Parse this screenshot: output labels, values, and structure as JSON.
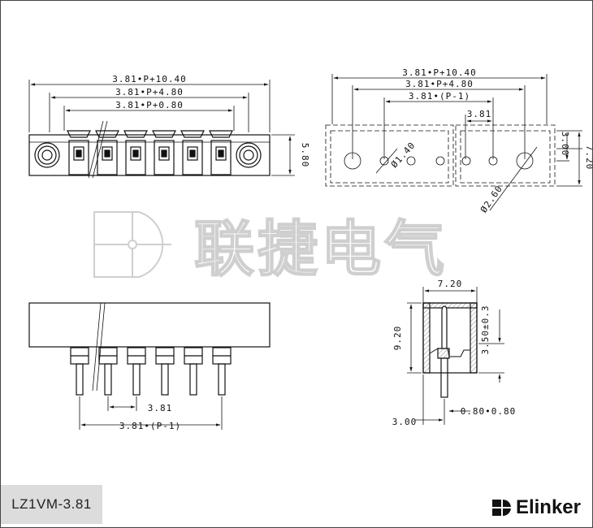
{
  "dimensions": {
    "top_left": [
      "3.81•P+10.40",
      "3.81•P+4.80",
      "3.81•P+0.80"
    ],
    "top_left_height": "5.80",
    "top_right": [
      "3.81•P+10.40",
      "3.81•P+4.80",
      "3.81•(P-1)",
      "3.81"
    ],
    "top_right_hole_small": "Ø1.40",
    "top_right_hole_large": "Ø2.60",
    "top_right_heights": [
      "3.00",
      "7.20"
    ],
    "bottom_left": [
      "3.81",
      "3.81•(P-1)"
    ],
    "side_view": [
      "7.20",
      "9.20",
      "3.50±0.3",
      "3.00",
      "0.80•0.80"
    ]
  },
  "watermark": {
    "text": "联捷电气"
  },
  "part_label": "LZ1VM-3.81",
  "brand": {
    "name": "Elinker"
  }
}
